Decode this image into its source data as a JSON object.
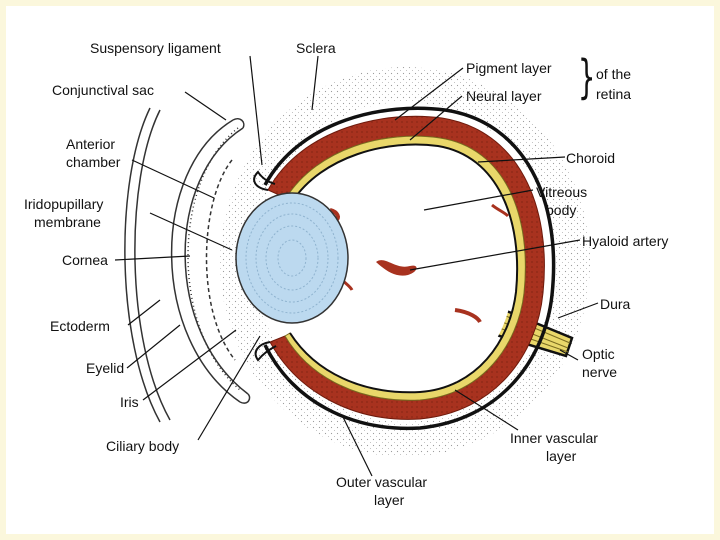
{
  "labels": {
    "suspensory_ligament": "Suspensory ligament",
    "sclera": "Sclera",
    "conjunctival_sac": "Conjunctival sac",
    "pigment_layer": "Pigment layer",
    "neural_layer": "Neural layer",
    "of_the_retina_1": "of the",
    "of_the_retina_2": "retina",
    "anterior_chamber_1": "Anterior",
    "anterior_chamber_2": "chamber",
    "choroid": "Choroid",
    "iridopupillary_1": "Iridopupillary",
    "iridopupillary_2": "membrane",
    "vitreous_1": "Vitreous",
    "vitreous_2": "body",
    "hyaloid_artery": "Hyaloid artery",
    "cornea": "Cornea",
    "dura": "Dura",
    "ectoderm": "Ectoderm",
    "optic_1": "Optic",
    "optic_2": "nerve",
    "eyelid": "Eyelid",
    "iris": "Iris",
    "ciliary_body": "Ciliary body",
    "inner_vascular_1": "Inner vascular",
    "inner_vascular_2": "layer",
    "outer_vascular_1": "Outer vascular",
    "outer_vascular_2": "layer"
  },
  "colors": {
    "page_background": "#fbf7dc",
    "lens": "#bcd9ef",
    "pigment_red": "#a8321f",
    "neural_yellow": "#e9d76a",
    "sclera_black": "#111111",
    "mesenchyme_dots": "#9a9a9a"
  }
}
